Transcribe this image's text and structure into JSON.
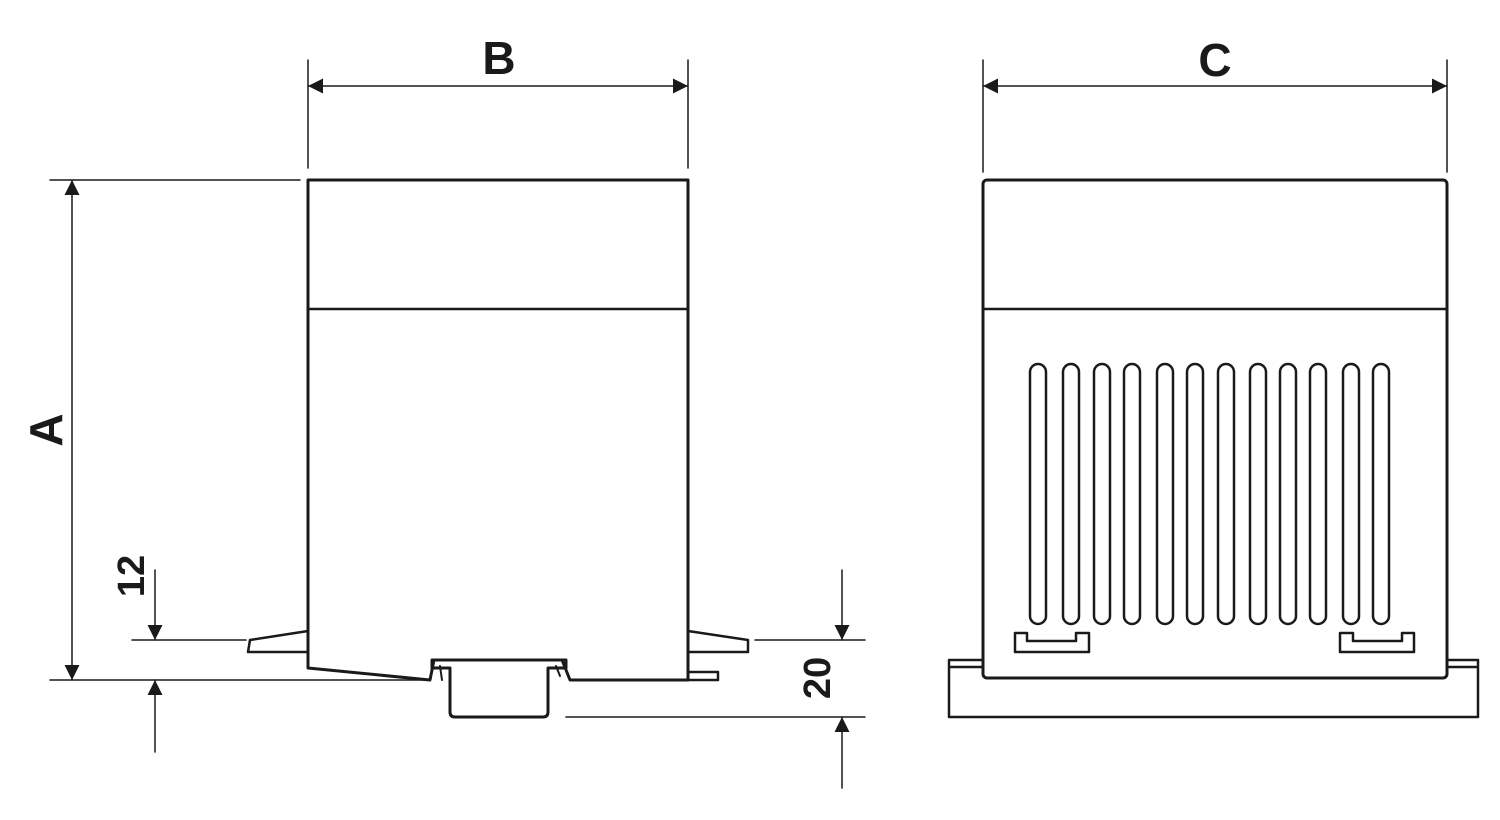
{
  "dimensions": {
    "height_label": "A",
    "width_label": "B",
    "depth_label": "C",
    "clip_offset_label": "12",
    "rail_depth_label": "20"
  },
  "colors": {
    "stroke": "#1a1a1a",
    "background": "#ffffff"
  }
}
